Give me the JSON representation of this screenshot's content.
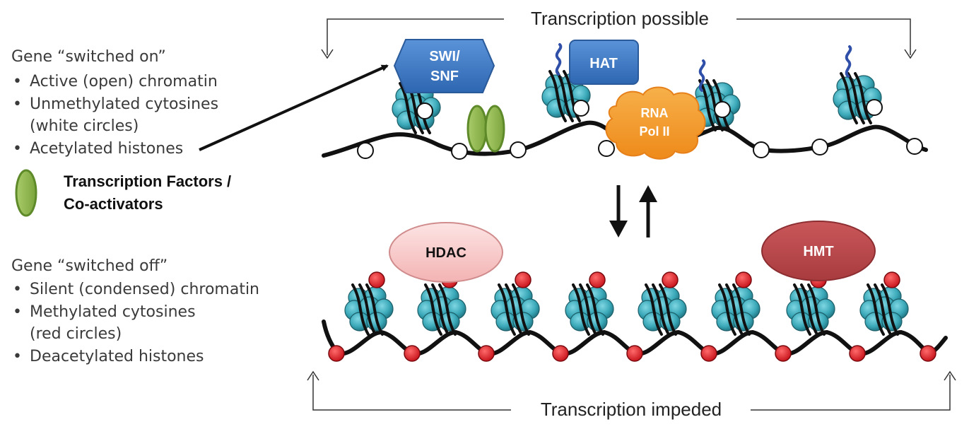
{
  "switched_on": {
    "heading": "Gene “switched on”",
    "items": [
      "Active (open) chromatin",
      "Unmethylated cytosines",
      "(white circles)",
      "Acetylated histones"
    ]
  },
  "tf_legend": {
    "line1": "Transcription Factors /",
    "line2": "Co-activators"
  },
  "switched_off": {
    "heading": "Gene “switched off”",
    "items": [
      "Silent (condensed) chromatin",
      "Methylated cytosines",
      "(red circles)",
      "Deacetylated histones"
    ]
  },
  "top_state": {
    "label": "Transcription possible"
  },
  "bottom_state": {
    "label": "Transcription impeded"
  },
  "enzymes": {
    "swi_line1": "SWI/",
    "swi_line2": "SNF",
    "hat": "HAT",
    "rna_line1": "RNA",
    "rna_line2": "Pol II",
    "hdac": "HDAC",
    "hmt": "HMT"
  },
  "colors": {
    "nucleosome": "#3aa8b8",
    "unmethylated_cytosine": "#ffffff",
    "methylated_cytosine": "#d8151e",
    "transcription_factor": "#8ab446",
    "swi_snf": "#3f79c4",
    "hat": "#2f6fba",
    "rna_pol_ii": "#f39a28",
    "hdac": "#f8c8c8",
    "hmt": "#b8474a",
    "acetyl_tail": "#2f4fa8"
  }
}
